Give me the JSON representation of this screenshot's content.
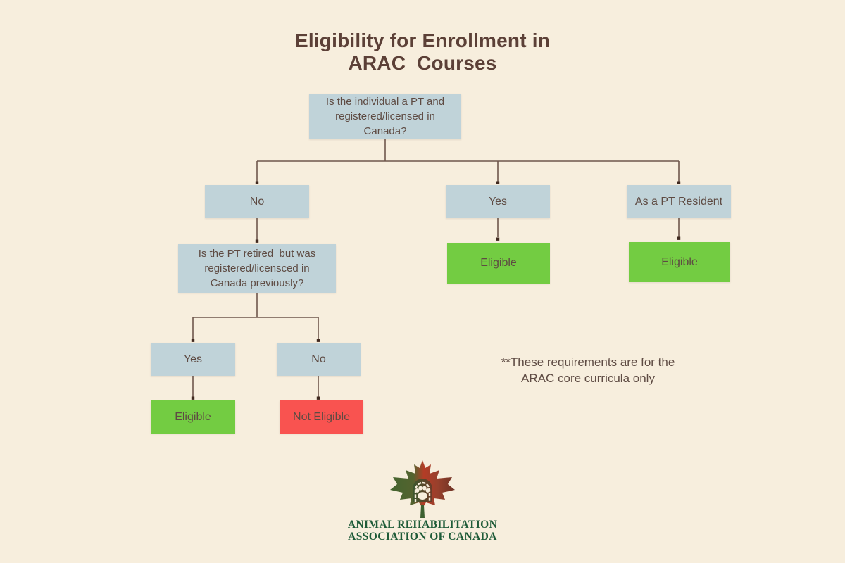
{
  "title": {
    "line1": "Eligibility for Enrollment in",
    "line2": "ARAC  Courses"
  },
  "flowchart": {
    "root": {
      "question": "Is the individual a PT and registered/licensed in Canada?"
    },
    "branches": {
      "no": {
        "label": "No"
      },
      "yes": {
        "label": "Yes",
        "result": "Eligible"
      },
      "resident": {
        "label": "As a PT Resident",
        "result": "Eligible"
      }
    },
    "retired": {
      "question": "Is the PT retired  but was registered/licensced in Canada previously?",
      "yes": {
        "label": "Yes",
        "result": "Eligible"
      },
      "no": {
        "label": "No",
        "result": "Not Eligible"
      }
    }
  },
  "note": {
    "line1": "**These requirements are for the",
    "line2": "ARAC core curricula only"
  },
  "logo": {
    "icon": "maple-leaf-paw-icon",
    "line1": "ANIMAL REHABILITATION",
    "line2": "ASSOCIATION OF CANADA"
  },
  "colors": {
    "background": "#f7eedd",
    "question_box": "#c0d3d9",
    "eligible_box": "#73cc42",
    "not_eligible_box": "#f95350",
    "connector": "#6f574c",
    "title_text": "#5c4037",
    "box_text": "#5e4b43",
    "logo_green": "#1e5b38"
  }
}
